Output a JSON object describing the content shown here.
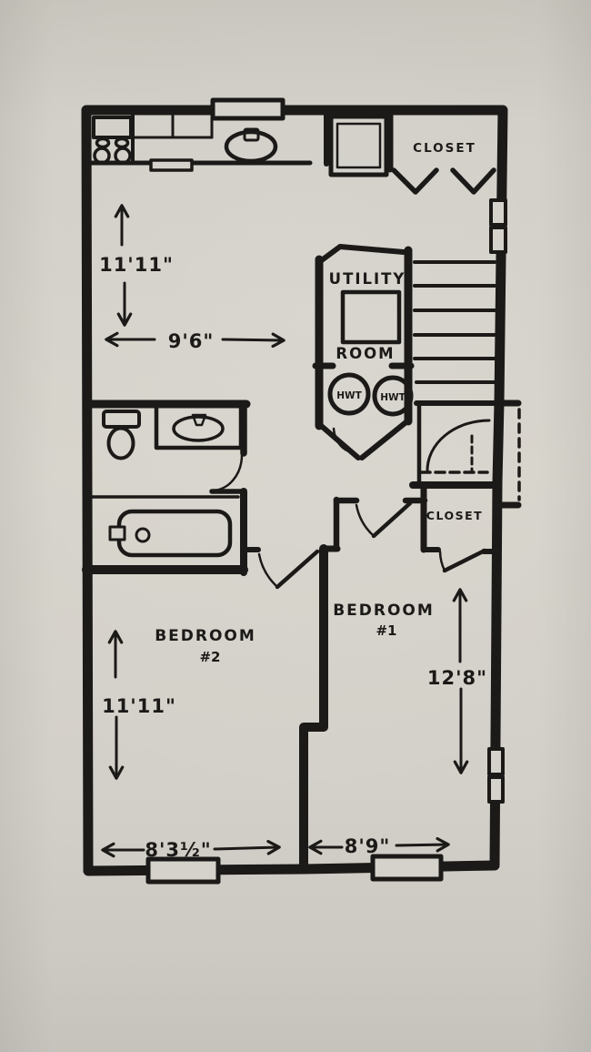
{
  "title": "hand-drawn apartment floor plan",
  "colors": {
    "paper": "#d5d2cb",
    "ink": "#1c1a18"
  },
  "rooms": {
    "closet_top": {
      "label": "CLOSET"
    },
    "utility": {
      "label_line1": "UTILITY",
      "label_line2": "ROOM"
    },
    "water_heater_1": {
      "label": "HWT"
    },
    "water_heater_2": {
      "label": "HWT"
    },
    "closet_middle": {
      "label": "CLOSET"
    },
    "bedroom2": {
      "label": "BEDROOM",
      "number": "#2"
    },
    "bedroom1": {
      "label": "BEDROOM",
      "number": "#1"
    }
  },
  "dimensions": {
    "great_room_depth": "11'11\"",
    "great_room_width": "9'6\"",
    "bedroom2_depth": "11'11\"",
    "bedroom1_depth": "12'8\"",
    "bedroom2_width": "8'3½\"",
    "bedroom1_width": "8'9\""
  }
}
